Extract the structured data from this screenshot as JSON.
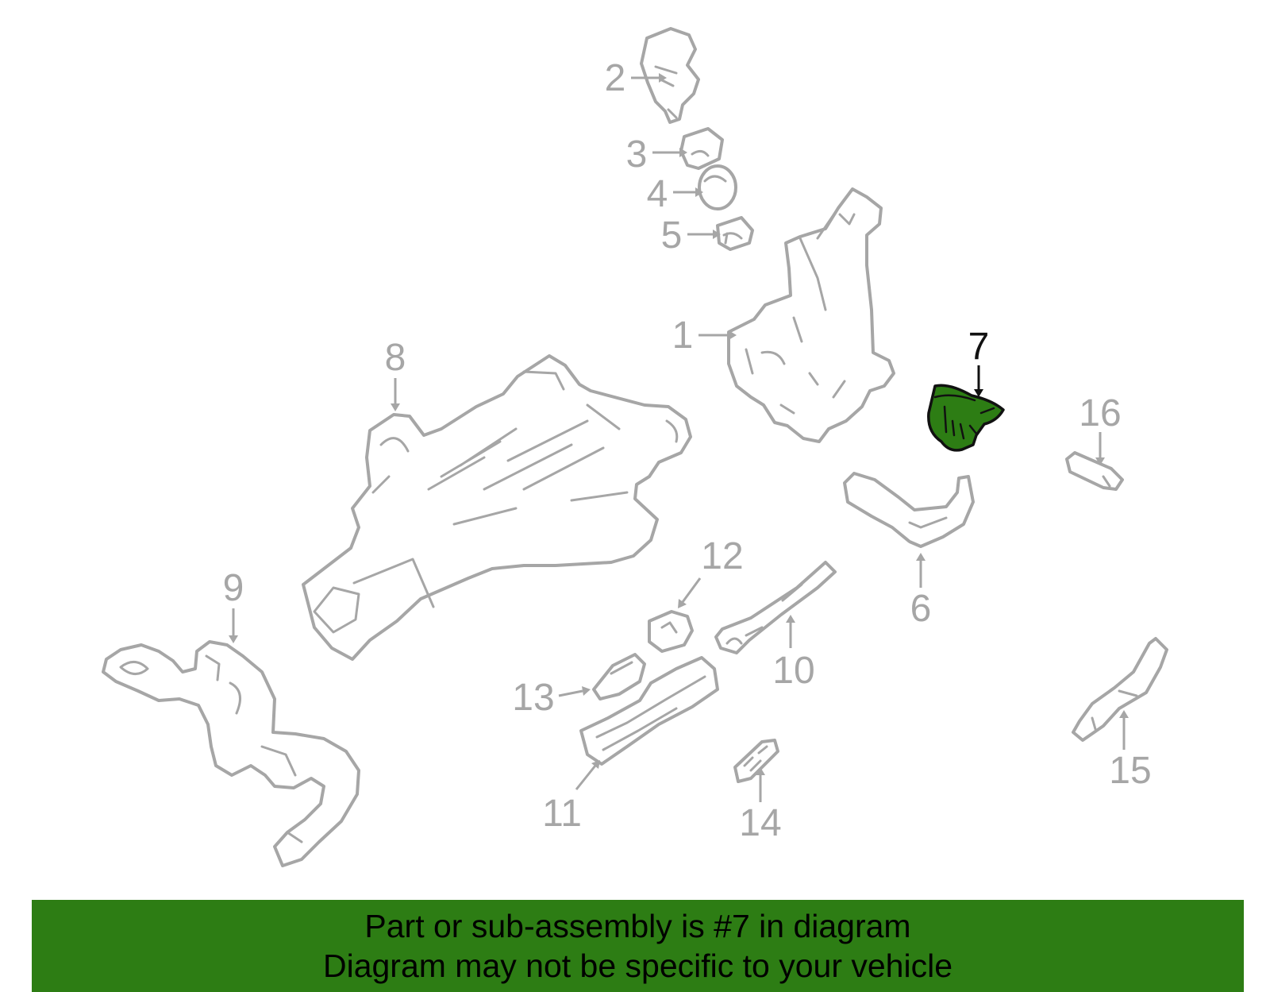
{
  "diagram": {
    "callouts": [
      "1",
      "2",
      "3",
      "4",
      "5",
      "6",
      "7",
      "8",
      "9",
      "10",
      "11",
      "12",
      "13",
      "14",
      "15",
      "16"
    ],
    "highlighted_part": "7",
    "colors": {
      "part_outline": "#a6a6a6",
      "highlight": "#2d7d14",
      "active_label": "#111111"
    }
  },
  "banner": {
    "line1": "Part or sub-assembly is #7 in diagram",
    "line2": "Diagram may not be specific to your vehicle",
    "color": "#2d7d14"
  }
}
